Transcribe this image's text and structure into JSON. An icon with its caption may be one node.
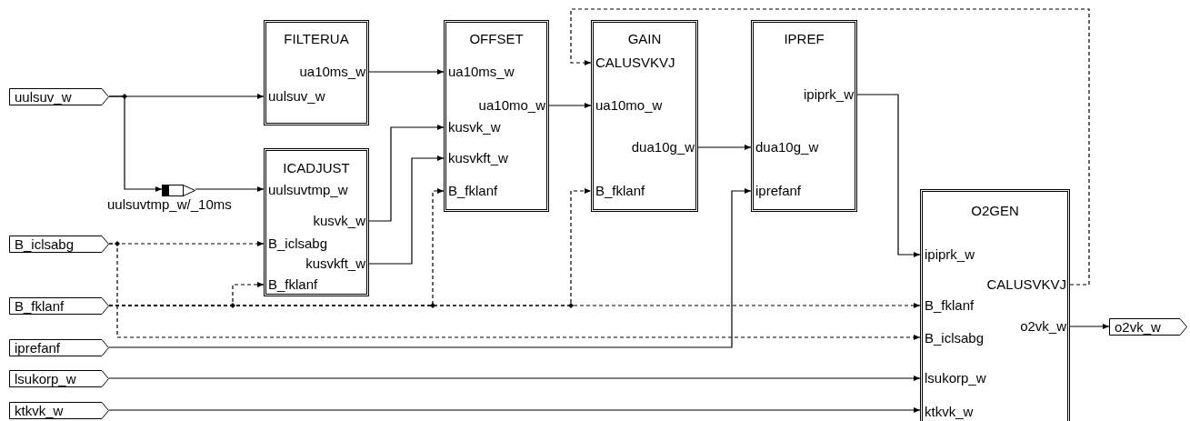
{
  "diagram": {
    "nodes": [
      {
        "text": [
          "uulsuv_w"
        ]
      },
      {
        "text": [
          "B_iclsabg"
        ]
      },
      {
        "text": [
          "B_fklanf"
        ]
      },
      {
        "text": [
          "iprefanf"
        ]
      },
      {
        "text": [
          "lsukorp_w"
        ]
      },
      {
        "text": [
          "ktkvk_w"
        ]
      },
      {
        "text": [
          "FILTERUA",
          "ua10ms_w",
          "uulsuv_w"
        ]
      },
      {
        "text": [
          "ICADJUST",
          "uulsuvtmp_w",
          "kusvk_w",
          "B_iclsabg",
          "kusvkft_w",
          "B_fklanf"
        ]
      },
      {
        "text": [
          "OFFSET",
          "ua10ms_w",
          "ua10mo_w",
          "kusvk_w",
          "kusvkft_w",
          "B_fklanf"
        ]
      },
      {
        "text": [
          "GAIN",
          "CALUSVKVJ",
          "ua10mo_w",
          "dua10g_w",
          "B_fklanf"
        ]
      },
      {
        "text": [
          "IPREF",
          "ipiprk_w",
          "dua10g_w",
          "iprefanf"
        ]
      },
      {
        "text": [
          "O2GEN",
          "ipiprk_w",
          "CALUSVKVJ",
          "B_fklanf",
          "o2vk_w",
          "B_iclsabg",
          "lsukorp_w",
          "ktkvk_w"
        ]
      },
      {
        "text": [
          "o2vk_w"
        ]
      },
      {
        "text": [],
        "shape": "box",
        "beside": [
          "uulsuvtmp_w/_10ms"
        ]
      }
    ],
    "edges": [
      {
        "from": 0,
        "to": 6,
        "arrow": "to"
      },
      {
        "from": 0,
        "to": 13,
        "arrow": "to"
      },
      {
        "from": 13,
        "to": 7,
        "arrow": "to"
      },
      {
        "from": 6,
        "to": 8,
        "arrow": "to"
      },
      {
        "from": 7,
        "to": 8,
        "arrow": "to"
      },
      {
        "from": 7,
        "to": 8,
        "arrow": "to"
      },
      {
        "from": 8,
        "to": 9,
        "arrow": "to"
      },
      {
        "from": 9,
        "to": 10,
        "arrow": "to"
      },
      {
        "from": 10,
        "to": 11,
        "arrow": "to"
      },
      {
        "from": 11,
        "to": 9,
        "arrow": "to",
        "style": "dashed"
      },
      {
        "from": 1,
        "to": 7,
        "arrow": "to",
        "style": "dashed"
      },
      {
        "from": 1,
        "to": 11,
        "arrow": "to",
        "style": "dashed"
      },
      {
        "from": 2,
        "to": 7,
        "arrow": "to",
        "style": "dashed"
      },
      {
        "from": 2,
        "to": 8,
        "arrow": "to",
        "style": "dashed"
      },
      {
        "from": 2,
        "to": 9,
        "arrow": "to",
        "style": "dashed"
      },
      {
        "from": 2,
        "to": 11,
        "arrow": "to",
        "style": "dashed"
      },
      {
        "from": 3,
        "to": 10,
        "arrow": "to"
      },
      {
        "from": 4,
        "to": 11,
        "arrow": "to"
      },
      {
        "from": 5,
        "to": 11,
        "arrow": "to"
      },
      {
        "from": 11,
        "to": 12,
        "arrow": "to"
      }
    ]
  }
}
